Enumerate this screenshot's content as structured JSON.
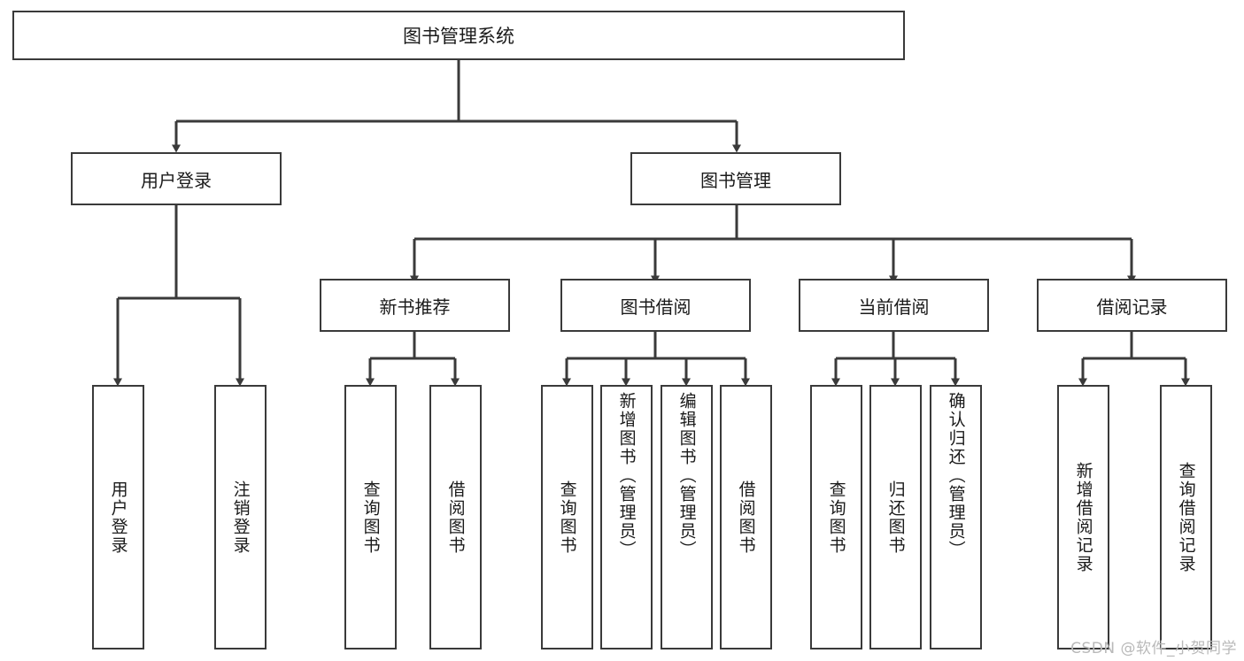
{
  "diagram": {
    "title": "图书管理系统",
    "type": "tree-hierarchy-chart",
    "root": {
      "label": "图书管理系统"
    },
    "level2": [
      {
        "label": "用户登录"
      },
      {
        "label": "图书管理"
      }
    ],
    "level3": [
      {
        "label": "新书推荐"
      },
      {
        "label": "图书借阅"
      },
      {
        "label": "当前借阅"
      },
      {
        "label": "借阅记录"
      }
    ],
    "leaves": {
      "user_login": [
        {
          "label": "用户登录"
        },
        {
          "label": "注销登录"
        }
      ],
      "new_book_recommend": [
        {
          "label": "查询图书"
        },
        {
          "label": "借阅图书"
        }
      ],
      "book_borrow": [
        {
          "label": "查询图书"
        },
        {
          "label": "新增图书（管理员）"
        },
        {
          "label": "编辑图书（管理员）"
        },
        {
          "label": "借阅图书"
        }
      ],
      "current_borrow": [
        {
          "label": "查询图书"
        },
        {
          "label": "归还图书"
        },
        {
          "label": "确认归还（管理员）"
        }
      ],
      "borrow_record": [
        {
          "label": "新增借阅记录"
        },
        {
          "label": "查询借阅记录"
        }
      ]
    },
    "watermark": "CSDN @软件_小贺同学",
    "colors": {
      "stroke": "#3a3a3a",
      "fill": "#ffffff",
      "text": "#1a1a1a",
      "watermark": "#b9b9b9"
    }
  }
}
